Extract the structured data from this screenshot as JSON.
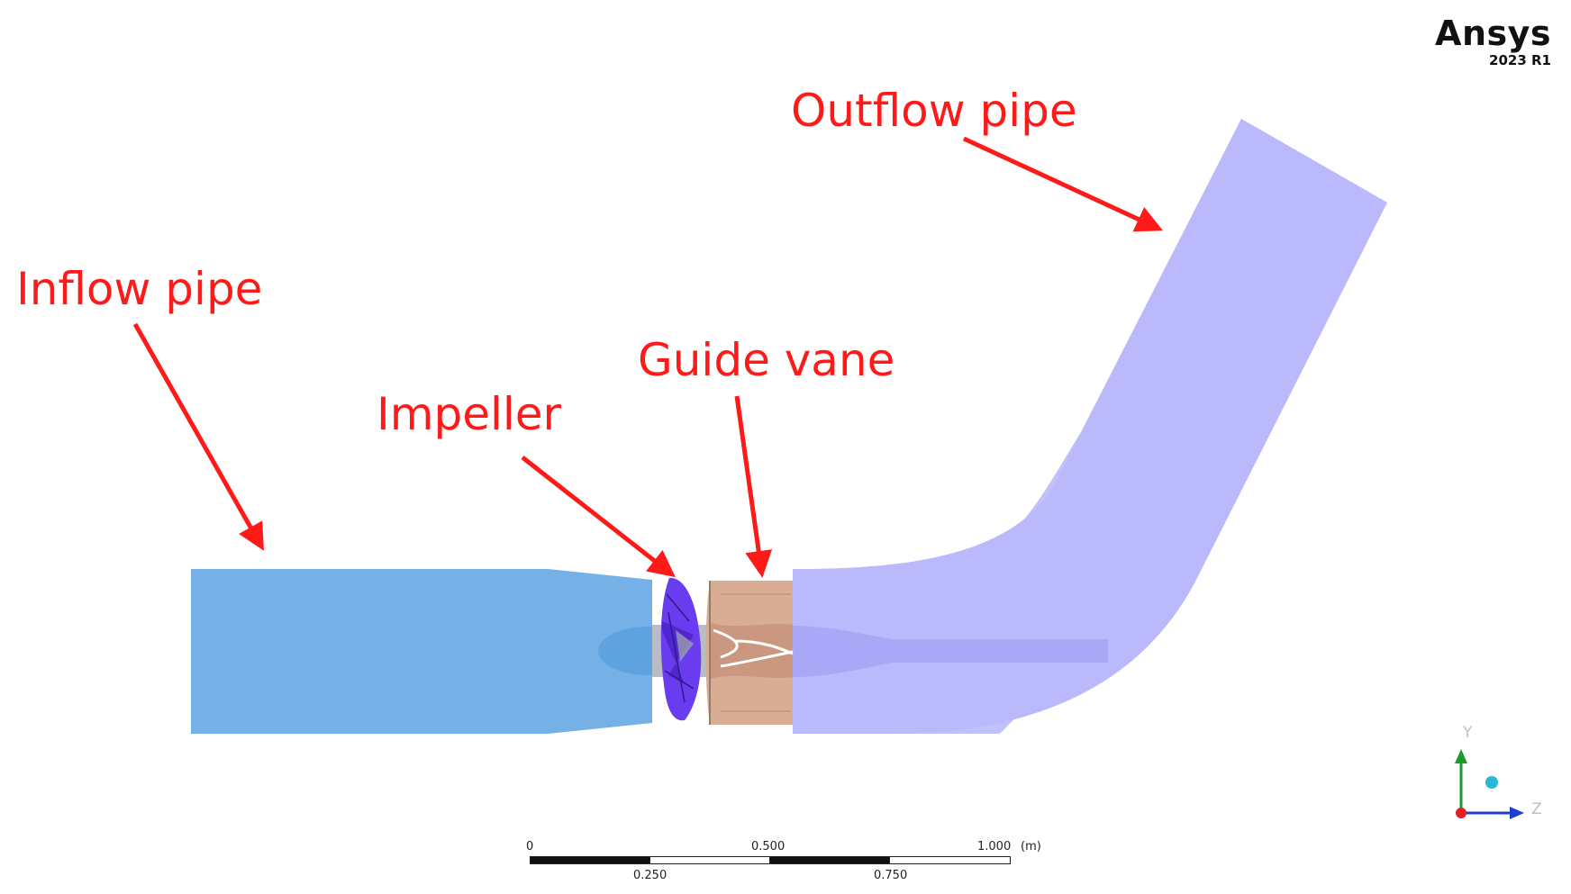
{
  "logo": {
    "brand": "Ansys",
    "version": "2023 R1"
  },
  "labels": {
    "inflow": "Inflow pipe",
    "impeller": "Impeller",
    "guide_vane": "Guide vane",
    "outflow": "Outflow pipe"
  },
  "colors": {
    "label": "#ff1a1a",
    "inflow_pipe": "#75b1e6",
    "impeller": "#6a3cf0",
    "guide_vane": "#d9ad93",
    "outflow_pipe": "#b9b9fb",
    "hub": "#b9bcc4"
  },
  "triad": {
    "y": "Y",
    "z": "Z"
  },
  "scale_bar": {
    "top_ticks": [
      "0",
      "0.500",
      "1.000"
    ],
    "unit": "(m)",
    "bottom_ticks": [
      "0.250",
      "0.750"
    ]
  }
}
